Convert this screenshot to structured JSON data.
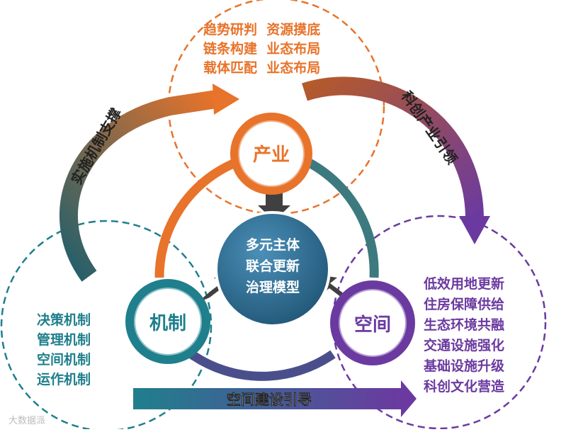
{
  "center": {
    "lines": [
      "多元主体",
      "联合更新",
      "治理模型"
    ]
  },
  "nodes": {
    "industry": {
      "label": "产业"
    },
    "mechanism": {
      "label": "机制"
    },
    "space": {
      "label": "空间"
    }
  },
  "industry_items": [
    "趋势研判  资源摸底",
    "链条构建  业态布局",
    "载体匹配  业态布局"
  ],
  "mechanism_items": [
    "决策机制",
    "管理机制",
    "空间机制",
    "运作机制"
  ],
  "space_items": [
    "低效用地更新",
    "住房保障供给",
    "生态环境共融",
    "交通设施强化",
    "基础设施升级",
    "科创文化营造"
  ],
  "arrows": {
    "left": "实施机制支撑",
    "right": "科创产业引领",
    "bottom": "空间建设引导"
  },
  "watermark": "大数据派",
  "colors": {
    "industry": "#e8732a",
    "mechanism": "#1f7f8c",
    "space": "#6b3aa0",
    "center": "#2f6f96"
  }
}
